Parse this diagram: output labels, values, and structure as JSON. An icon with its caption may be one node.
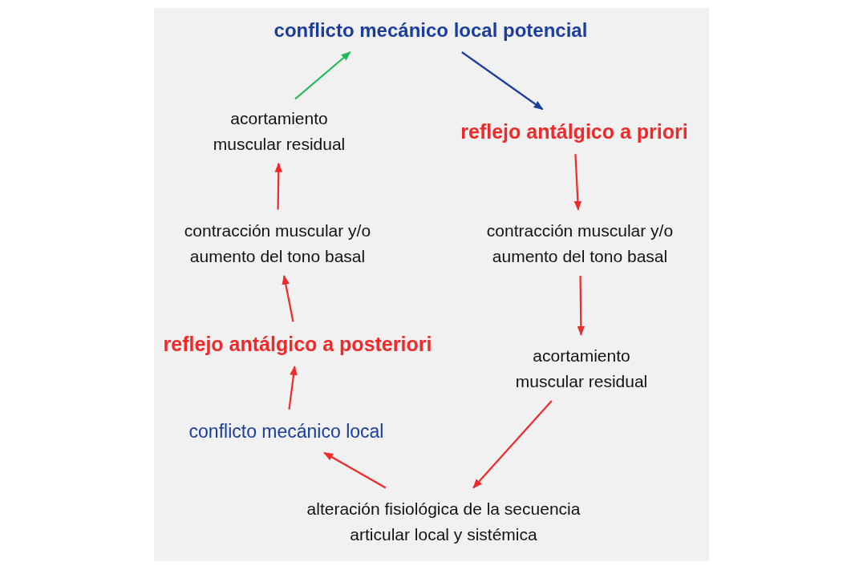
{
  "diagram": {
    "nodes": [
      {
        "text": [
          "conflicto mecánico local potencial"
        ]
      },
      {
        "text": [
          "reflejo antálgico a priori"
        ]
      },
      {
        "text": [
          "contracción muscular y/o aumento del tono basal"
        ]
      },
      {
        "text": [
          "acortamiento muscular residual"
        ]
      },
      {
        "text": [
          "alteración fisiológica de la secuencia articular local y sistémica"
        ]
      },
      {
        "text": [
          "conflicto mecánico local"
        ]
      },
      {
        "text": [
          "reflejo antálgico a posteriori"
        ]
      },
      {
        "text": [
          "contracción muscular y/o aumento del tono basal"
        ]
      },
      {
        "text": [
          "acortamiento muscular residual"
        ]
      }
    ],
    "edges": [
      {
        "from": 0,
        "to": 1,
        "arrow": "to",
        "color": "#1a3d9e"
      },
      {
        "from": 1,
        "to": 2,
        "arrow": "to"
      },
      {
        "from": 2,
        "to": 3,
        "arrow": "to"
      },
      {
        "from": 3,
        "to": 4,
        "arrow": "to"
      },
      {
        "from": 4,
        "to": 5,
        "arrow": "to"
      },
      {
        "from": 5,
        "to": 6,
        "arrow": "to"
      },
      {
        "from": 6,
        "to": 7,
        "arrow": "to"
      },
      {
        "from": 7,
        "to": 8,
        "arrow": "to"
      },
      {
        "from": 8,
        "to": 0,
        "arrow": "to",
        "color": "#1db954"
      }
    ]
  }
}
